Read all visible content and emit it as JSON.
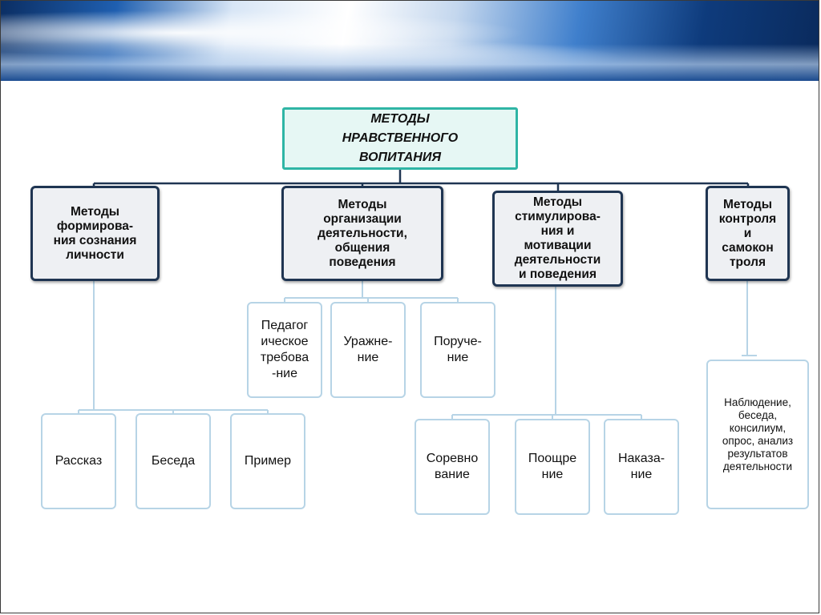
{
  "root": {
    "label": "МЕТОДЫ\nНРАВСТВЕННОГО\nВОПИТАНИЯ"
  },
  "categories": [
    {
      "label": "Методы\nформирова-\nния сознания\nличности",
      "children": [
        "Рассказ",
        "Беседа",
        "Пример"
      ]
    },
    {
      "label": "Методы\nорганизации\nдеятельности,\nобщения\nповедения",
      "children": [
        "Педагог\nическое\nтребова\n-ние",
        "Уражне-\nние",
        "Поруче-\nние"
      ]
    },
    {
      "label": "Методы\nстимулирова-\nния и\nмотивации\nдеятельности\nи поведения",
      "children": [
        "Соревно\nвание",
        "Поощре\nние",
        "Наказа-\nние"
      ]
    },
    {
      "label": "Методы\nконтроля\nи\nсамокон\nтроля",
      "children": [
        "Наблюдение,\nбеседа,\nконсилиум,\nопрос, анализ\nрезультатов\nдеятельности"
      ]
    }
  ],
  "colors": {
    "root_border": "#2fb5a5",
    "root_fill": "#e6f7f4",
    "category_border": "#1f3552",
    "leaf_border": "#b7d4e6",
    "connector_main": "#1f3552",
    "connector_leaf": "#b7d4e6"
  }
}
